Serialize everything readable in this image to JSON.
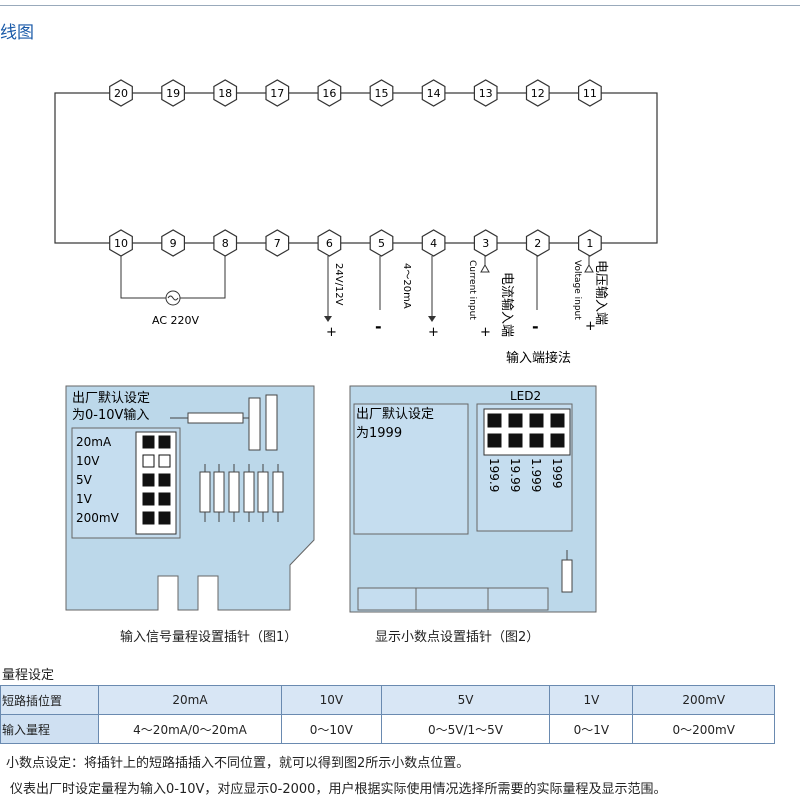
{
  "title": "线图",
  "terminals_top": [
    "20",
    "19",
    "18",
    "17",
    "16",
    "15",
    "14",
    "13",
    "12",
    "11"
  ],
  "terminals_bottom": [
    "10",
    "9",
    "8",
    "7",
    "6",
    "5",
    "4",
    "3",
    "2",
    "1"
  ],
  "labels": {
    "ac": "AC 220V",
    "v24": "24V/12V",
    "ma": "4～20mA",
    "current_input": "Current input",
    "current_cn": "电流输入端",
    "voltage_input": "Voltage input",
    "voltage_cn": "电压输入端",
    "plus": "+",
    "minus": "-",
    "input_method": "输入端接法"
  },
  "board1": {
    "default_line1": "出厂默认设定",
    "default_line2": "为0-10V输入",
    "ranges": [
      "20mA",
      "10V",
      "5V",
      "1V",
      "200mV"
    ],
    "caption": "输入信号量程设置插针（图1）"
  },
  "board2": {
    "default_line1": "出厂默认设定",
    "default_line2": "为1999",
    "led": "LED2",
    "decimals": [
      "199.9",
      "19.99",
      "1.999",
      "1999"
    ],
    "caption": "显示小数点设置插针（图2）"
  },
  "section_title": "量程设定",
  "table": {
    "row1_head": "短路插位置",
    "row2_head": "输入量程",
    "row1": [
      "20mA",
      "10V",
      "5V",
      "1V",
      "200mV"
    ],
    "row2": [
      "4～20mA/0～20mA",
      "0～10V",
      "0～5V/1～5V",
      "0～1V",
      "0～200mV"
    ]
  },
  "note1": "小数点设定：将插针上的短路插插入不同位置，就可以得到图2所示小数点位置。",
  "note2": "仪表出厂时设定量程为输入0-10V，对应显示0-2000，用户根据实际使用情况选择所需要的实际量程及显示范围。"
}
